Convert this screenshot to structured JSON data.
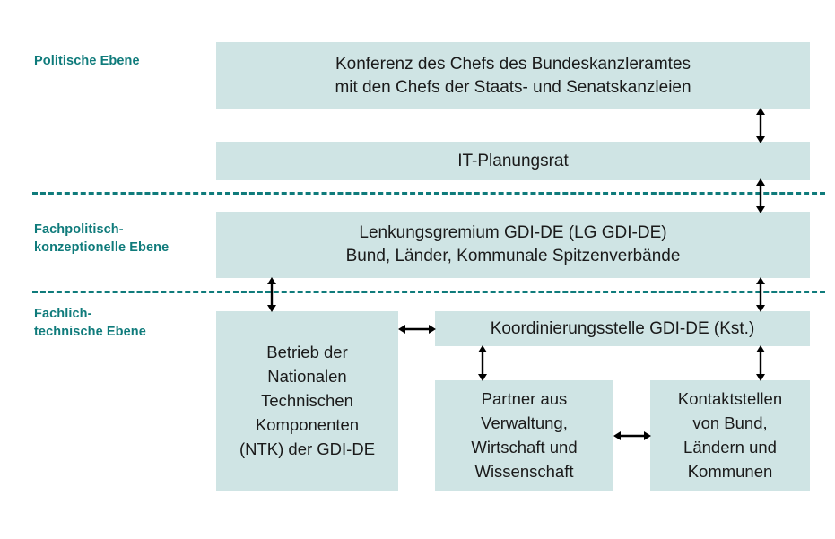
{
  "diagram": {
    "title_levels": [
      {
        "id": "politische",
        "label": "Politische Ebene"
      },
      {
        "id": "fachpolitisch",
        "label": "Fachpolitisch-\nkonzeptionelle Ebene"
      },
      {
        "id": "fachlich",
        "label": "Fachlich-\ntechnische Ebene"
      }
    ],
    "boxes": {
      "konferenz": "Konferenz des Chefs des Bundeskanzleramtes\nmit den Chefs der Staats- und Senatskanzleien",
      "it_planungsrat": "IT-Planungsrat",
      "lenkungsgremium": "Lenkungsgremium GDI-DE (LG GDI-DE)\nBund, Länder, Kommunale Spitzenverbände",
      "ntk": "Betrieb der\nNationalen\nTechnischen\nKomponenten\n(NTK) der GDI-DE",
      "koordinierungsstelle": "Koordinierungsstelle GDI-DE (Kst.)",
      "partner": "Partner aus\nVerwaltung,\nWirtschaft und\nWissenschaft",
      "kontaktstellen": "Kontaktstellen\nvon Bund,\nLändern und\nKommunen"
    },
    "connectors": [
      {
        "id": "konferenz-to-itplanungsrat",
        "direction": "vertical-double"
      },
      {
        "id": "itplanungsrat-to-lenkungsgremium",
        "direction": "vertical-double"
      },
      {
        "id": "lenkungsgremium-to-koordinierungsstelle",
        "direction": "vertical-double"
      },
      {
        "id": "lenkungsgremium-to-ntk",
        "direction": "vertical-double"
      },
      {
        "id": "ntk-to-koordinierungsstelle",
        "direction": "horizontal-double"
      },
      {
        "id": "koordinierungsstelle-to-partner",
        "direction": "vertical-double"
      },
      {
        "id": "koordinierungsstelle-to-kontaktstellen",
        "direction": "vertical-double"
      },
      {
        "id": "partner-to-kontaktstellen",
        "direction": "horizontal-double"
      }
    ],
    "colors": {
      "accent_teal": "#0f7b7b",
      "box_fill": "#cfe4e4",
      "text_dark": "#1a1a1a",
      "arrow": "#000000",
      "background": "#ffffff"
    }
  }
}
